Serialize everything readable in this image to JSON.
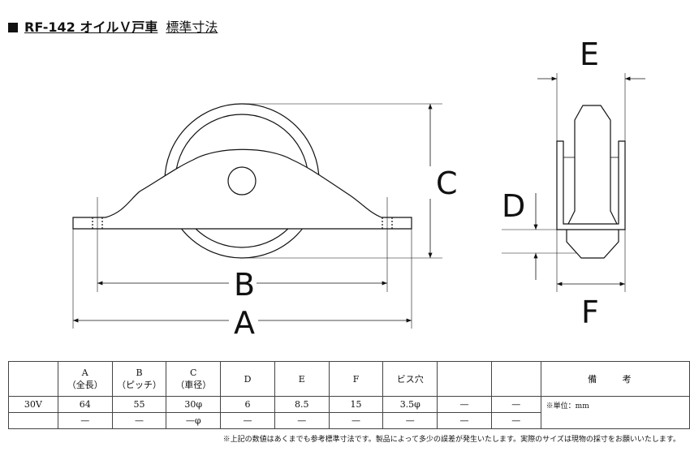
{
  "title": {
    "main": "RF-142 オイルＶ戸車",
    "sub": "標準寸法"
  },
  "dimension_labels": {
    "A": "A",
    "B": "B",
    "C": "C",
    "D": "D",
    "E": "E",
    "F": "F"
  },
  "table": {
    "headers": [
      {
        "top": "A",
        "bottom": "（全長）"
      },
      {
        "top": "B",
        "bottom": "（ピッチ）"
      },
      {
        "top": "C",
        "bottom": "（車径）"
      },
      {
        "top": "D",
        "bottom": ""
      },
      {
        "top": "E",
        "bottom": ""
      },
      {
        "top": "F",
        "bottom": ""
      },
      {
        "top": "ビス穴",
        "bottom": ""
      },
      {
        "top": "",
        "bottom": ""
      },
      {
        "top": "",
        "bottom": ""
      }
    ],
    "remarks_header": "備 考",
    "remarks_text": "※単位：mm",
    "rows": [
      {
        "label": "30V",
        "cells": [
          "64",
          "55",
          "30φ",
          "6",
          "8.5",
          "15",
          "3.5φ",
          "—",
          "—"
        ]
      },
      {
        "label": "",
        "cells": [
          "—",
          "—",
          "—φ",
          "—",
          "—",
          "—",
          "—",
          "—",
          "—"
        ]
      }
    ]
  },
  "footnote": "※上記の数値はあくまでも参考標準寸法です。製品によって多少の誤差が発生いたします。実際のサイズは現物の採寸をお願いいたします。"
}
